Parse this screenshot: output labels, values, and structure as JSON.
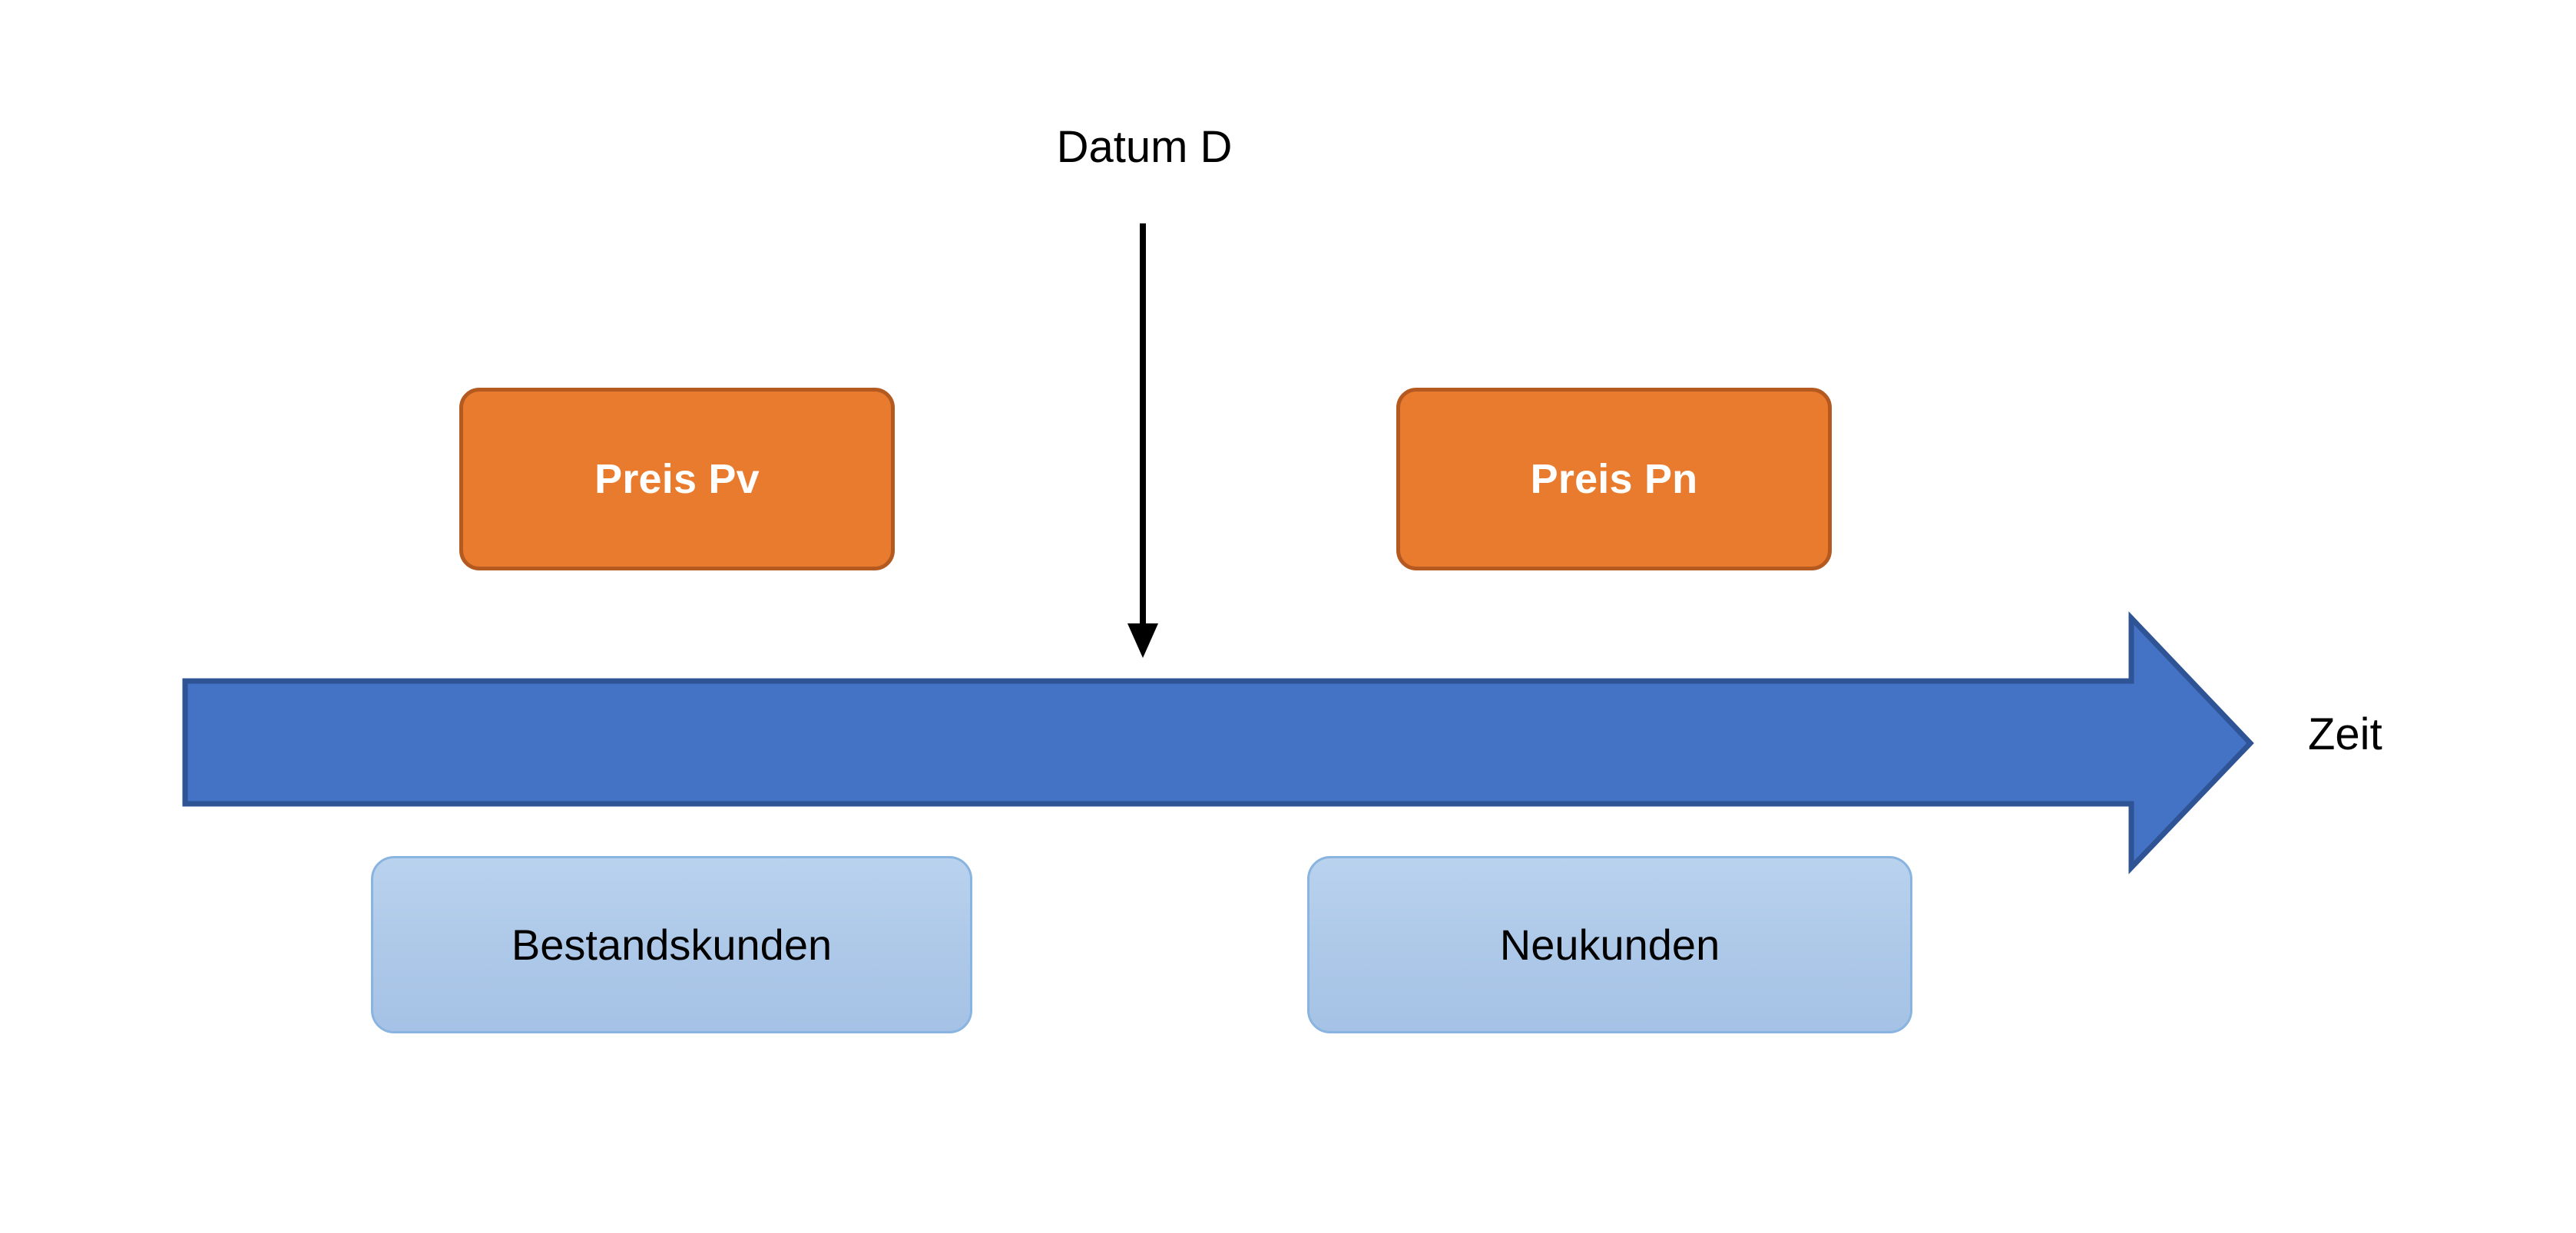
{
  "diagram": {
    "title_label": "Datum D",
    "time_axis_label": "Zeit",
    "price_boxes": [
      {
        "label": "Preis Pv",
        "side": "before"
      },
      {
        "label": "Preis Pn",
        "side": "after"
      }
    ],
    "customer_boxes": [
      {
        "label": "Bestandskunden",
        "side": "before"
      },
      {
        "label": "Neukunden",
        "side": "after"
      }
    ],
    "icons": {
      "down_arrow": "down-arrow-icon",
      "time_arrow": "right-arrow-icon"
    },
    "colors": {
      "background": "#FFFFFF",
      "price_box_fill": "#E97B2F",
      "price_box_border": "#B45A20",
      "price_box_text": "#FFFFFF",
      "time_arrow_fill": "#4472C4",
      "time_arrow_border": "#2E5496",
      "customer_box_fill": "#ADC8E8",
      "customer_box_border": "#89B4E0",
      "text": "#000000"
    }
  }
}
